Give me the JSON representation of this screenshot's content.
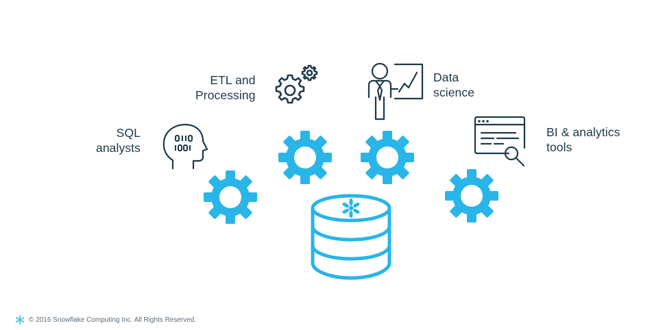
{
  "colors": {
    "accent": "#29b5e8",
    "navy": "#1d3849"
  },
  "labels": {
    "sql": {
      "line1": "SQL",
      "line2": "analysts"
    },
    "etl": {
      "line1": "ETL and",
      "line2": "Processing"
    },
    "data_science": {
      "line1": "Data",
      "line2": "science"
    },
    "bi": {
      "line1": "BI & analytics",
      "line2": "tools"
    }
  },
  "icons": [
    "head-binary-icon",
    "gears-icon",
    "presenter-chart-icon",
    "browser-search-icon",
    "snowflake-database-icon"
  ],
  "footer": {
    "copyright": "© 2016 Snowflake Computing Inc. All Rights Reserved."
  }
}
